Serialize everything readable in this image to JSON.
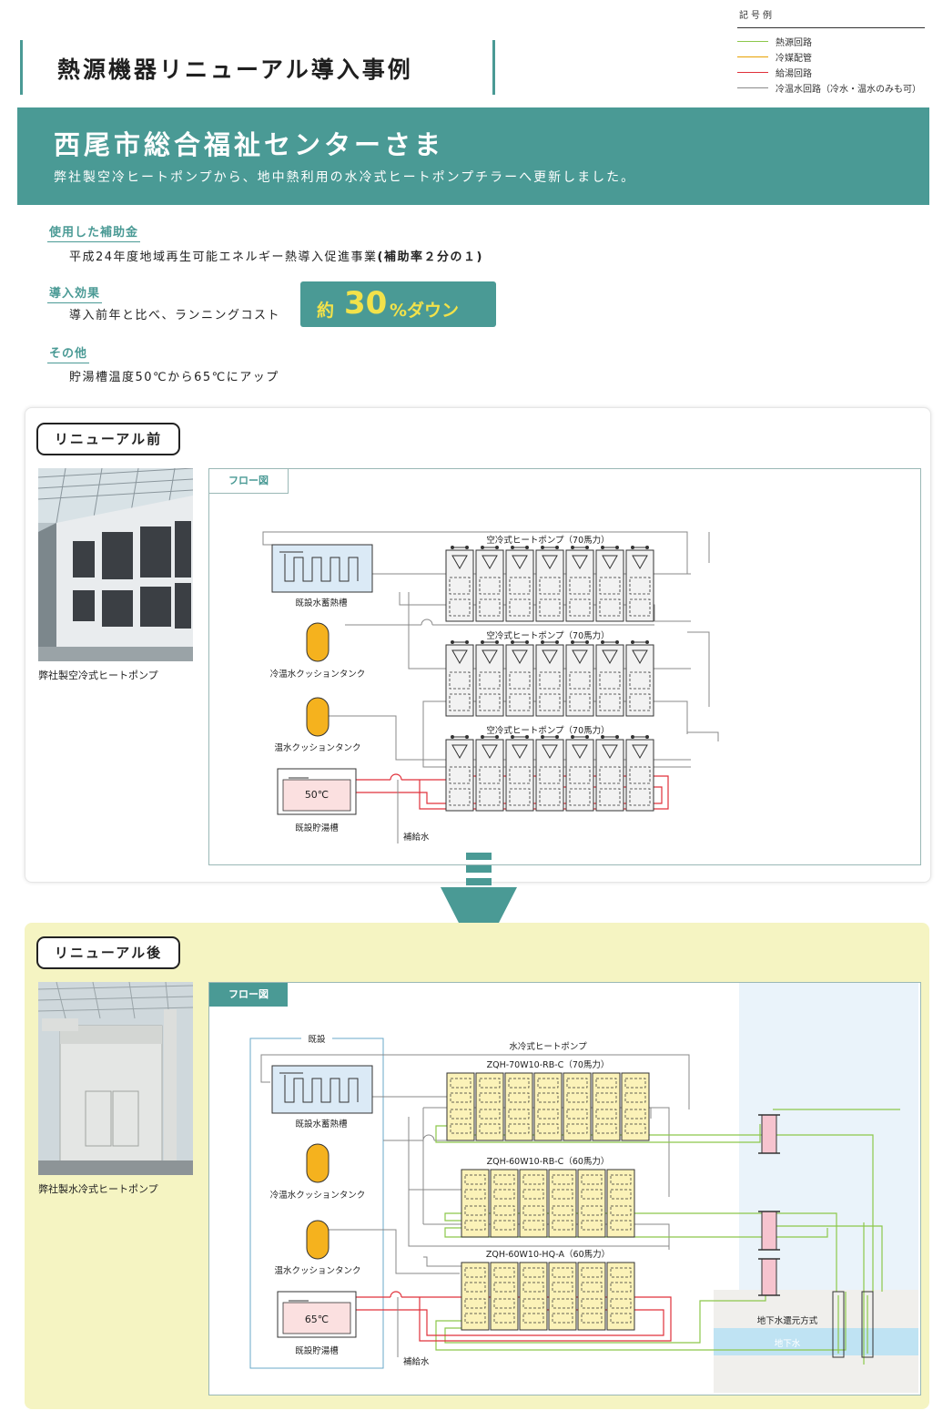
{
  "header": {
    "title": "熱源機器リニューアル導入事例"
  },
  "legend": {
    "heading": "記号例",
    "items": [
      {
        "label": "熱源回路",
        "color": "#8cc84b"
      },
      {
        "label": "冷媒配管",
        "color": "#e8a100"
      },
      {
        "label": "給湯回路",
        "color": "#e0303a"
      },
      {
        "label": "冷温水回路（冷水・温水のみも可）",
        "color": "#8a8a8a"
      }
    ]
  },
  "banner": {
    "title": "西尾市総合福祉センターさま",
    "subtitle": "弊社製空冷ヒートポンプから、地中熱利用の水冷式ヒートポンプチラーへ更新しました。"
  },
  "info": {
    "subsidy_heading": "使用した補助金",
    "subsidy_text": "平成24年度地域再生可能エネルギー熱導入促進事業",
    "subsidy_rate": "(補助率２分の１)",
    "effect_heading": "導入効果",
    "effect_text": "導入前年と比べ、ランニングコスト",
    "badge_prefix": "約",
    "badge_number": "30",
    "badge_suffix": "%ダウン",
    "other_heading": "その他",
    "other_text": "貯湯槽温度50℃から65℃にアップ"
  },
  "before": {
    "label": "リニューアル前",
    "photo_caption": "弊社製空冷式ヒートポンプ",
    "flow_tab": "フロー図",
    "heatpump_label": "空冷式ヒートポンプ（70馬力）",
    "storage_tank": "既設水蓄熱槽",
    "chw_tank": "冷温水クッションタンク",
    "hw_tank": "温水クッションタンク",
    "hot_tank": "既設貯湯槽",
    "hot_tank_temp": "50℃",
    "makeup_water": "補給水"
  },
  "after": {
    "label": "リニューアル後",
    "photo_caption": "弊社製水冷式ヒートポンプ",
    "flow_tab": "フロー図",
    "existing_label": "既設",
    "heatpump_group": "水冷式ヒートポンプ",
    "units": [
      "ZQH-70W10-RB-C（70馬力）",
      "ZQH-60W10-RB-C（60馬力）",
      "ZQH-60W10-HQ-A（60馬力）"
    ],
    "storage_tank": "既設水蓄熱槽",
    "chw_tank": "冷温水クッションタンク",
    "hw_tank": "温水クッションタンク",
    "hot_tank": "既設貯湯槽",
    "hot_tank_temp": "65℃",
    "makeup_water": "補給水",
    "groundwater_method": "地下水還元方式",
    "groundwater": "地下水"
  }
}
